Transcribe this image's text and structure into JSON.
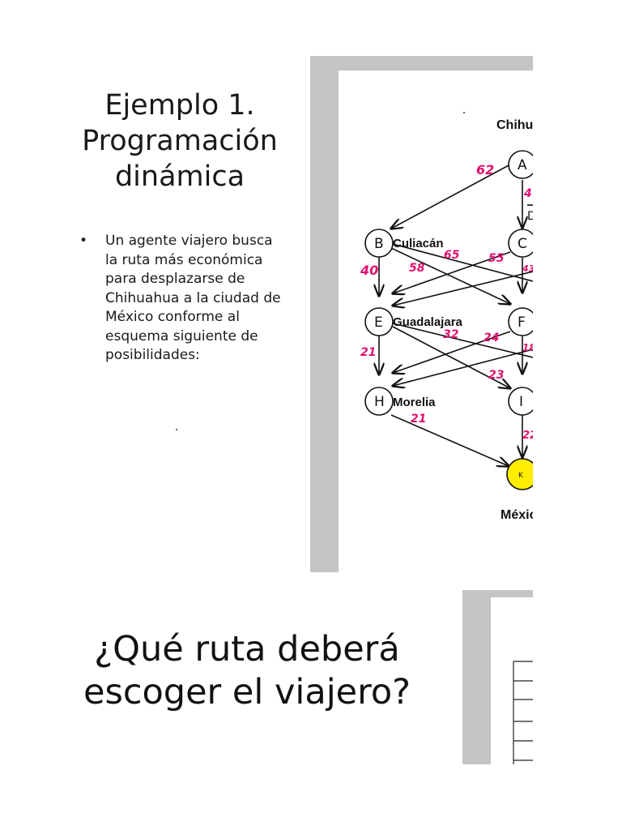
{
  "slide": {
    "title_line1": "Ejemplo 1.",
    "title_line2": "Programación",
    "title_line3": "dinámica",
    "bullet_char": "•",
    "bullet_text": "Un agente viajero busca la ruta más económica para desplazarse de Chihuahua a la ciudad de México conforme al esquema siguiente de posibilidades:",
    "question_line1": "¿Qué ruta deberá",
    "question_line2": "escoger el viajero?"
  },
  "diagram": {
    "top_city": "Chihua",
    "bottom_city": "Méxic",
    "nodes": {
      "A": "A",
      "B": "B",
      "C": "C",
      "E": "E",
      "F": "F",
      "H": "H",
      "I": "I",
      "K": "K",
      "D_partial": "D"
    },
    "cities": {
      "B": "Culiacán",
      "E": "Guadalajara",
      "H": "Morelia"
    },
    "costs": {
      "AB": "62",
      "AC_partial": "4",
      "B_down": "40",
      "B_F": "58",
      "B_right": "65",
      "C_left": "55",
      "C_right_partial": "43",
      "E_down": "21",
      "E_I": "32",
      "F_left": "24",
      "F_right_partial": "18",
      "I_left": "23",
      "H_K": "21",
      "I_K_partial": "22"
    },
    "highlight_color": "#ffee00",
    "cost_color": "#e0106e"
  }
}
